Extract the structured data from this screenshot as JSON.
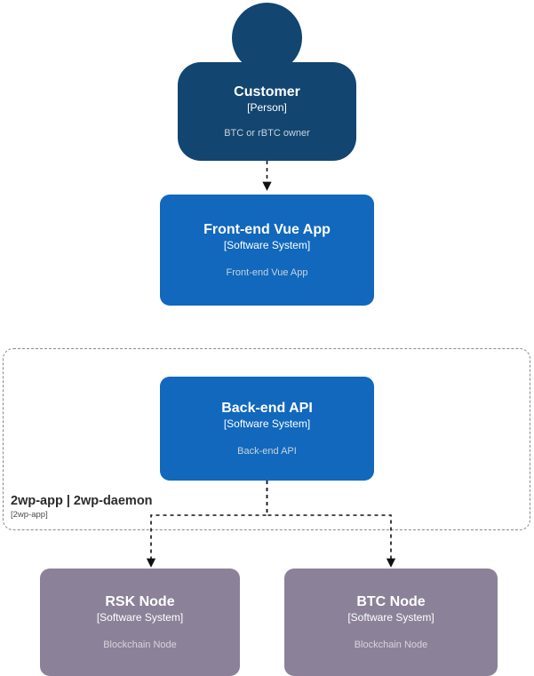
{
  "diagram": {
    "type": "c4-system-context",
    "background": "#ffffff",
    "palette": {
      "person_fill": "#12456F",
      "person_stroke": "#0C3253",
      "system_fill": "#1168BD",
      "system_stroke": "#0D5AA7",
      "external_fill": "#8B8299",
      "external_stroke": "#766E82",
      "boundary_stroke": "#8A8A8A",
      "text_primary": "#FFFFFF",
      "text_description": "#C9D3E0",
      "text_description_external": "#D8D4DD",
      "boundary_title": "#2B2B2B",
      "boundary_subtitle": "#4A4A4A",
      "edge_stroke": "#111111"
    }
  },
  "boundary": {
    "title": "2wp-app | 2wp-daemon",
    "subtitle": "[2wp-app]"
  },
  "nodes": {
    "customer": {
      "name": "Customer",
      "tech": "[Person]",
      "description": "BTC or rBTC owner"
    },
    "frontend": {
      "name": "Front-end Vue App",
      "tech": "[Software System]",
      "description": "Front-end Vue App"
    },
    "backend": {
      "name": "Back-end API",
      "tech": "[Software System]",
      "description": "Back-end API"
    },
    "rsk_node": {
      "name": "RSK Node",
      "tech": "[Software System]",
      "description": "Blockchain Node"
    },
    "btc_node": {
      "name": "BTC Node",
      "tech": "[Software System]",
      "description": "Blockchain Node"
    }
  },
  "edges": [
    {
      "id": "customer-to-frontend",
      "from": "customer",
      "to": "frontend",
      "style": "dashed",
      "label": ""
    },
    {
      "id": "backend-to-rsk-node",
      "from": "backend",
      "to": "rsk_node",
      "style": "dashed",
      "label": ""
    },
    {
      "id": "backend-to-btc-node",
      "from": "backend",
      "to": "btc_node",
      "style": "dashed",
      "label": ""
    }
  ]
}
